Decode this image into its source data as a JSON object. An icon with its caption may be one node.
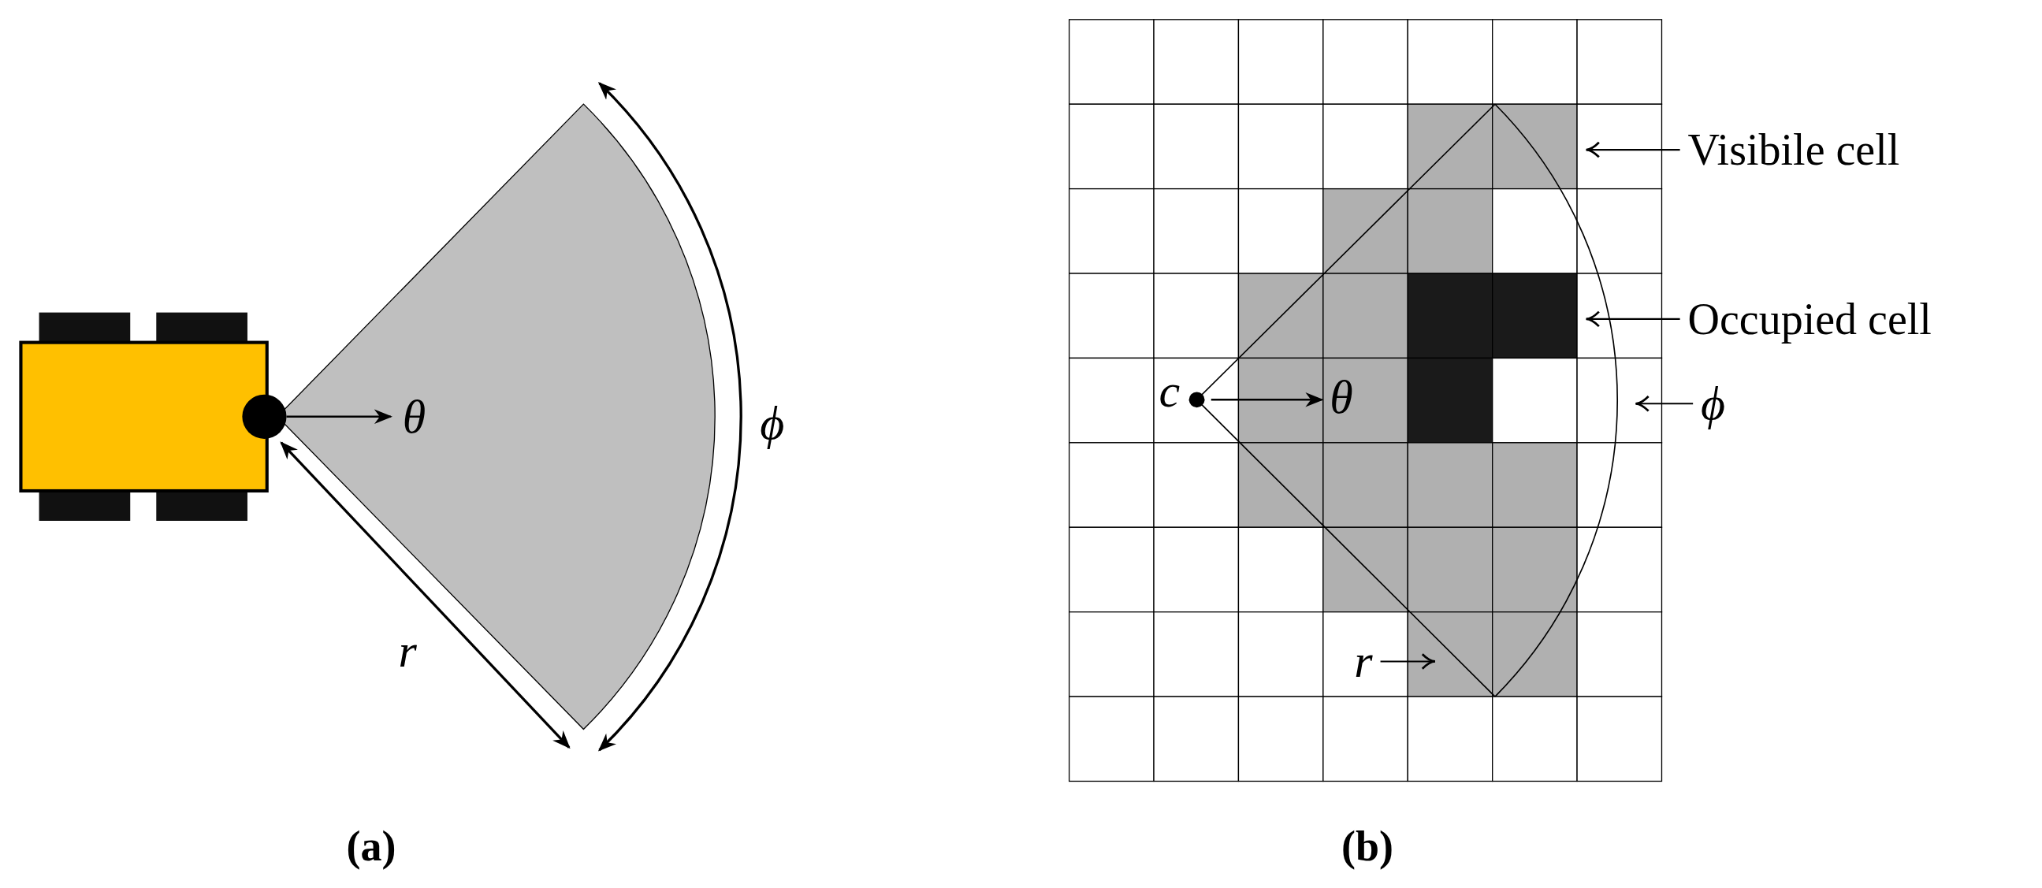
{
  "diagram": {
    "nodes": [
      {
        "text": [
          "Visibile cell"
        ]
      },
      {
        "text": [
          "Occupied cell"
        ]
      },
      {
        "text": [
          "ϕ"
        ]
      },
      {
        "text": [
          "r"
        ]
      }
    ],
    "edges": [
      {
        "from": 0,
        "to": null,
        "arrow": "to"
      },
      {
        "from": 1,
        "to": null,
        "arrow": "to"
      },
      {
        "from": 2,
        "to": null,
        "arrow": "to"
      },
      {
        "from": 3,
        "to": null,
        "arrow": "to"
      }
    ],
    "labels": [
      "θ",
      "ϕ",
      "r",
      "(a)",
      "c",
      "θ",
      "(b)"
    ]
  }
}
